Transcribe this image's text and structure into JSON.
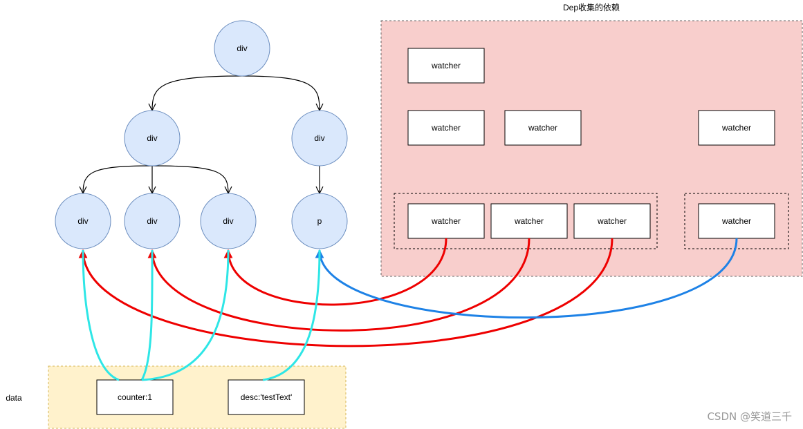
{
  "dep_region": {
    "title": "Dep收集的依赖",
    "fill": "#f8cecc"
  },
  "data_region": {
    "label": "data",
    "fill": "#fff2cc",
    "items": [
      "counter:1",
      "desc:'testText'"
    ]
  },
  "dom_nodes": {
    "root": "div",
    "level2": [
      "div",
      "div"
    ],
    "level3": [
      "div",
      "div",
      "div",
      "p"
    ],
    "fill": "#dae8fc",
    "stroke": "#6c8ebf"
  },
  "watchers": {
    "row1": [
      "watcher"
    ],
    "row2": [
      "watcher",
      "watcher",
      "watcher"
    ],
    "group_red": [
      "watcher",
      "watcher",
      "watcher"
    ],
    "group_blue": [
      "watcher"
    ]
  },
  "edge_colors": {
    "tree": "#000000",
    "counter_binding": "#2ee6e6",
    "red_dependency": "#ee0000",
    "blue_dependency": "#1e82e6"
  },
  "watermark": "CSDN @笑道三千"
}
